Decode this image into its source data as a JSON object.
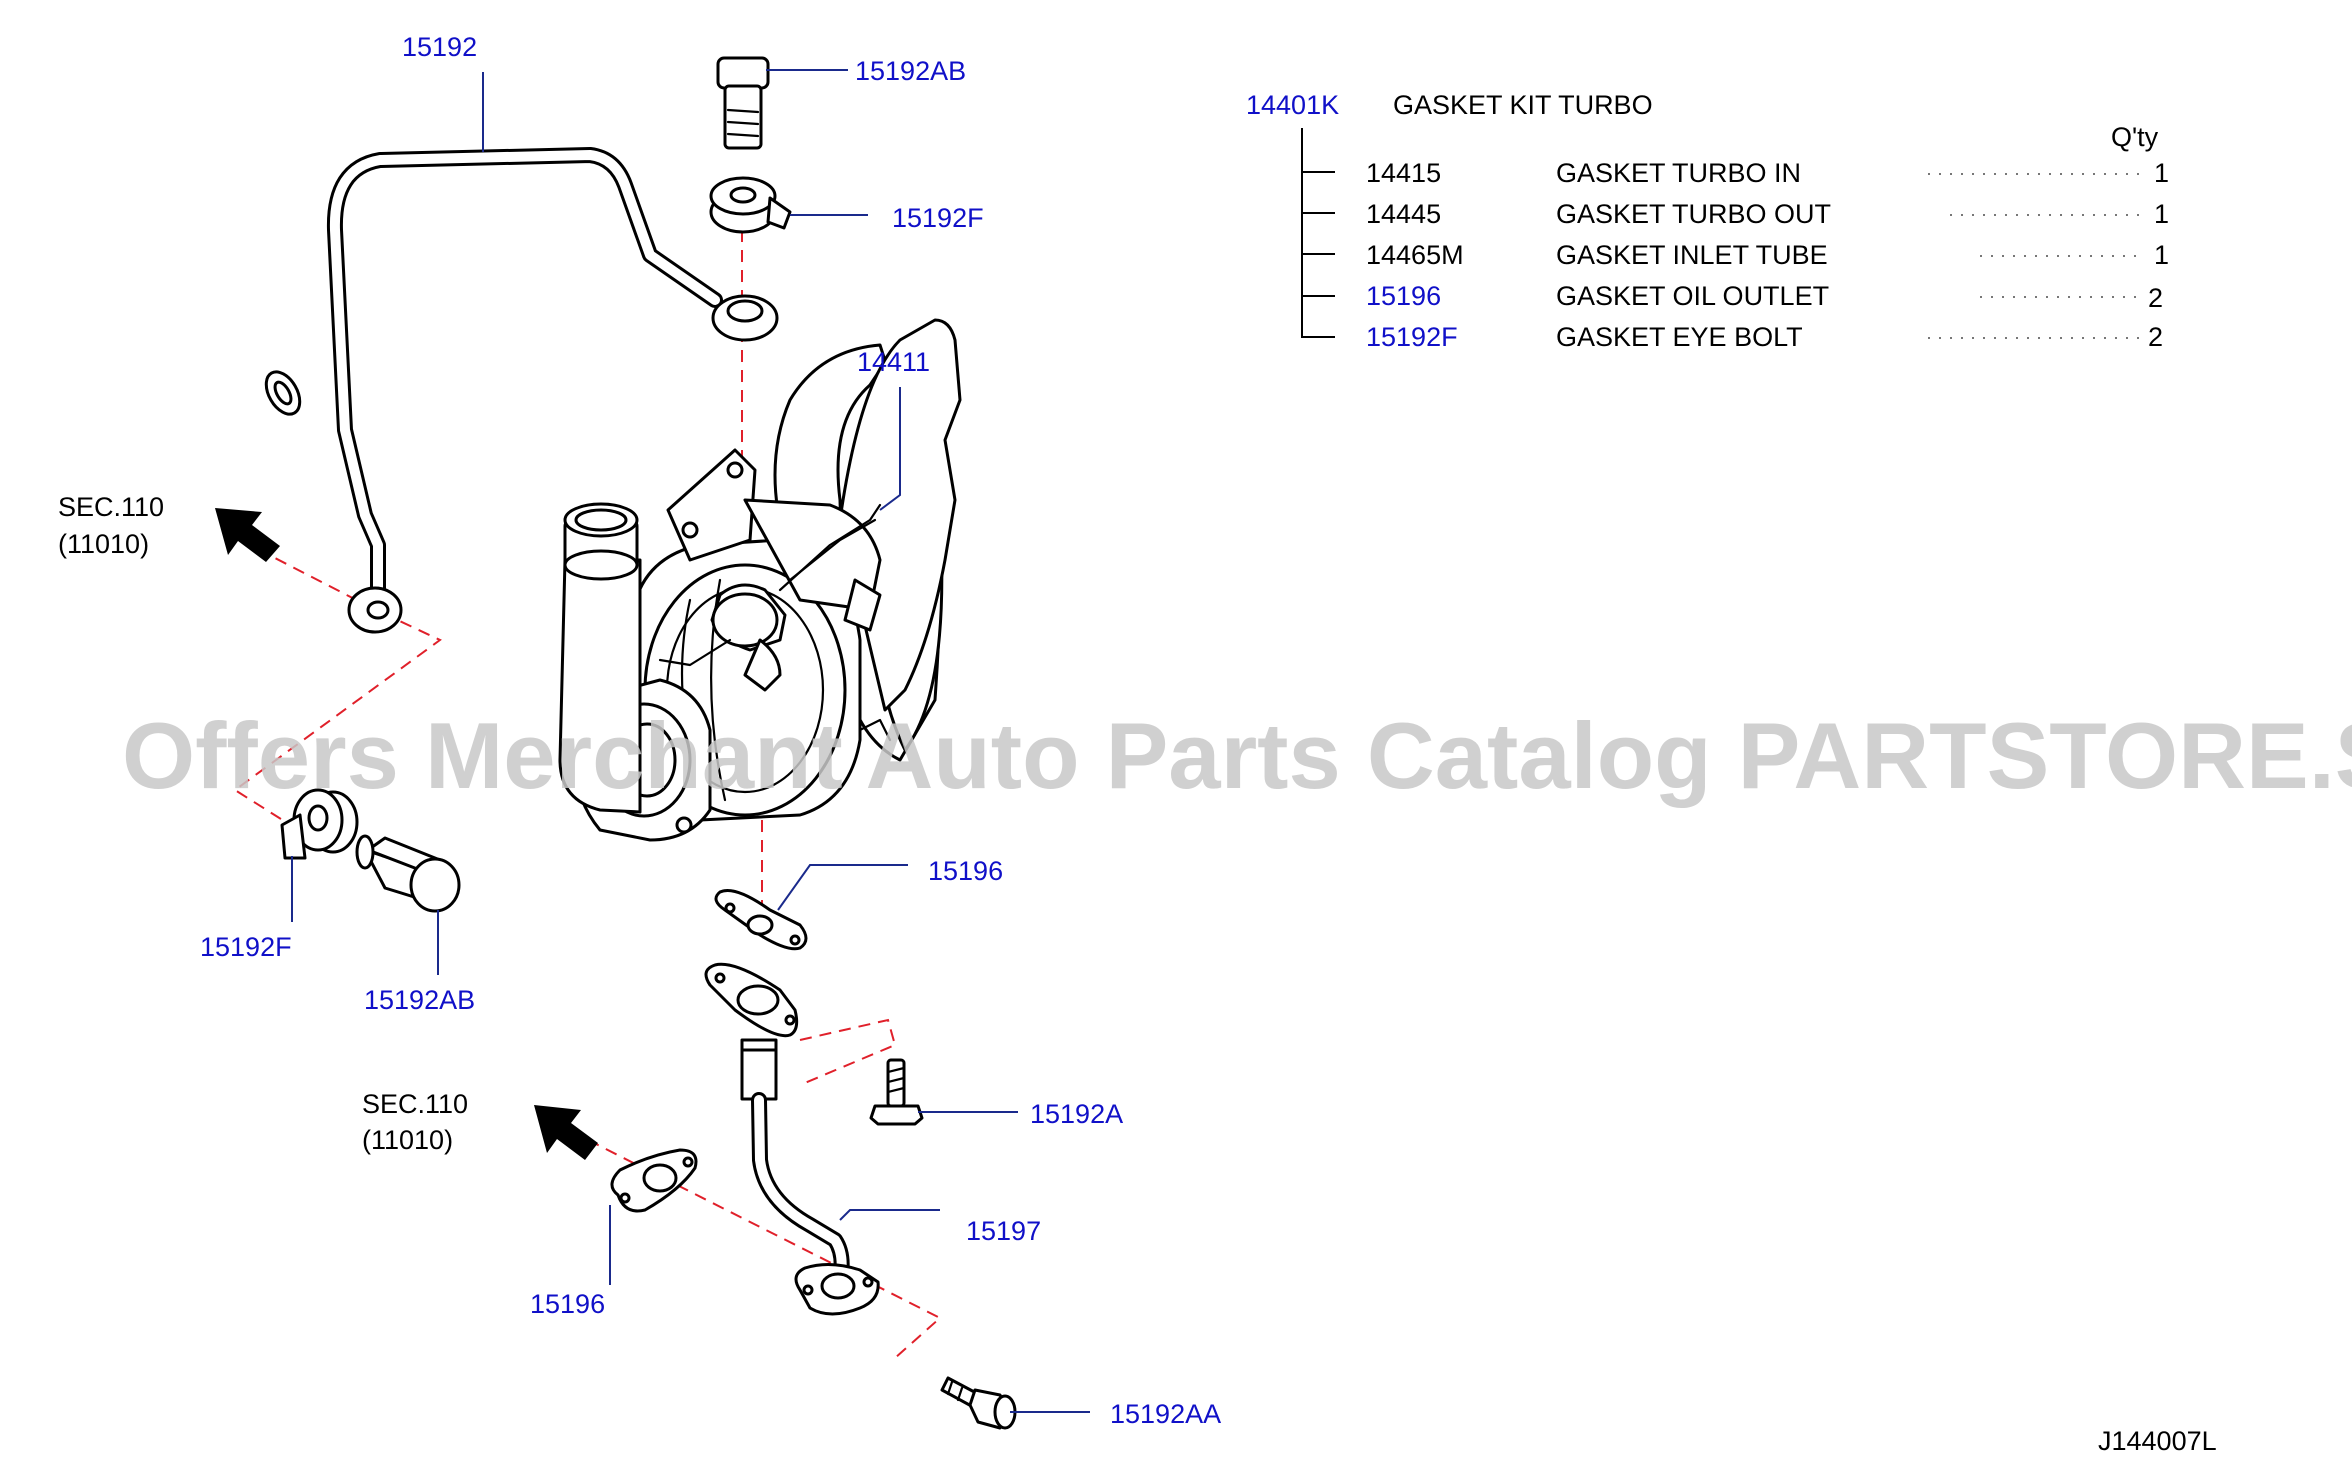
{
  "callouts": {
    "c15192": "15192",
    "c15192ab_top": "15192AB",
    "c15192f_top": "15192F",
    "c14411": "14411",
    "c15192f_left": "15192F",
    "c15192ab_left": "15192AB",
    "c15196_right": "15196",
    "c15192a": "15192A",
    "c15197": "15197",
    "c15196_left": "15196",
    "c15192aa": "15192AA"
  },
  "section_refs": [
    {
      "sec": "SEC.110",
      "code": "(11010)"
    },
    {
      "sec": "SEC.110",
      "code": "(11010)"
    }
  ],
  "kit": {
    "number": "14401K",
    "name": "GASKET  KIT  TURBO",
    "qty_header": "Q'ty",
    "items": [
      {
        "part": "14415",
        "desc": "GASKET  TURBO  IN",
        "qty": "1",
        "linked": false
      },
      {
        "part": "14445",
        "desc": "GASKET  TURBO  OUT",
        "qty": "1",
        "linked": false
      },
      {
        "part": "14465M",
        "desc": "GASKET  INLET  TUBE",
        "qty": "1",
        "linked": false
      },
      {
        "part": "15196",
        "desc": "GASKET  OIL  OUTLET",
        "qty": "2",
        "linked": true
      },
      {
        "part": "15192F",
        "desc": "GASKET  EYE  BOLT",
        "qty": "2",
        "linked": true
      }
    ]
  },
  "diagram_code": "J144007L",
  "watermark": "Offers Merchant Auto Parts Catalog PARTSTORE.SA",
  "colors": {
    "callout": "#1010c8",
    "assembly_line": "#e0202a",
    "watermark": "#c8c8c8"
  },
  "icons": {
    "section_arrow": "arrow-up-left-icon"
  }
}
